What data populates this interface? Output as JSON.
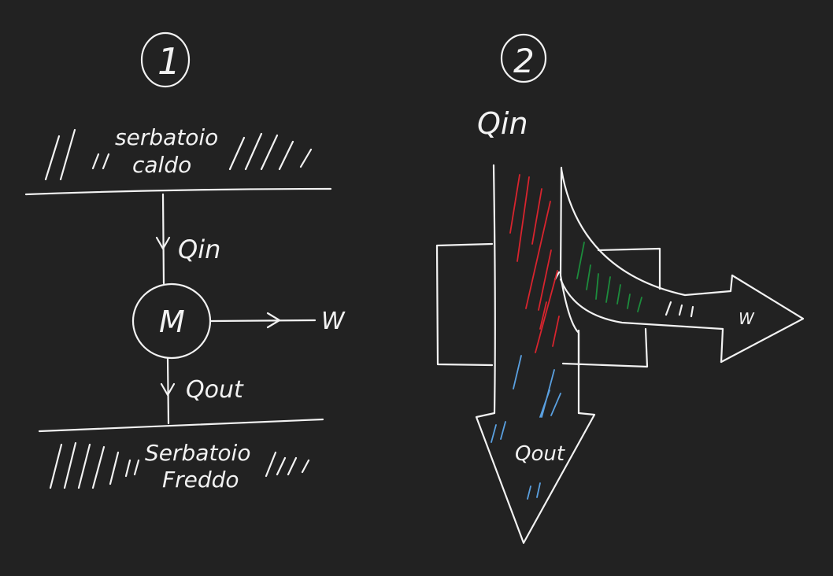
{
  "diagram1": {
    "number": "1",
    "hot_reservoir": {
      "line1": "serbatoio",
      "line2": "caldo"
    },
    "q_in": "Qin",
    "machine": "M",
    "work": "W",
    "q_out": "Qout",
    "cold_reservoir": {
      "line1": "Serbatoio",
      "line2": "Freddo"
    }
  },
  "diagram2": {
    "number": "2",
    "q_in": "Qin",
    "q_out": "Qout",
    "work": "W"
  },
  "colors": {
    "background": "#222222",
    "chalk": "#f2f2f2",
    "heat_in_hatch": "#d8242e",
    "heat_out_hatch": "#5aa0e0",
    "work_hatch": "#1c8c3c"
  }
}
